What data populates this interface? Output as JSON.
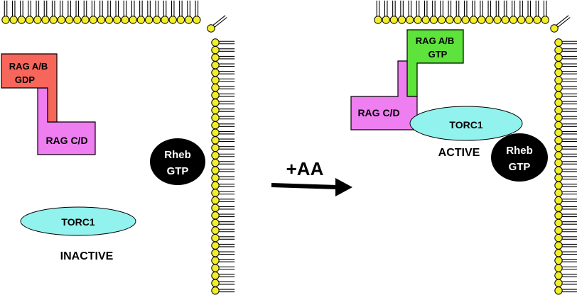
{
  "colors": {
    "membrane_head": "#f2ee2a",
    "rag_ab_gdp": "#f7665a",
    "rag_ab_gtp": "#5ee23c",
    "rag_cd": "#ef7ef0",
    "torc1": "#92f2ee",
    "rheb": "#000000"
  },
  "left_panel": {
    "rag_ab": {
      "line1": "RAG A/B",
      "line2": "GDP"
    },
    "rag_cd": "RAG C/D",
    "rheb": {
      "line1": "Rheb",
      "line2": "GTP"
    },
    "torc1": "TORC1",
    "state": "INACTIVE"
  },
  "transition": {
    "label": "+AA"
  },
  "right_panel": {
    "rag_ab": {
      "line1": "RAG A/B",
      "line2": "GTP"
    },
    "rag_cd": "RAG C/D",
    "torc1": "TORC1",
    "state": "ACTIVE",
    "rheb": {
      "line1": "Rheb",
      "line2": "GTP"
    }
  }
}
